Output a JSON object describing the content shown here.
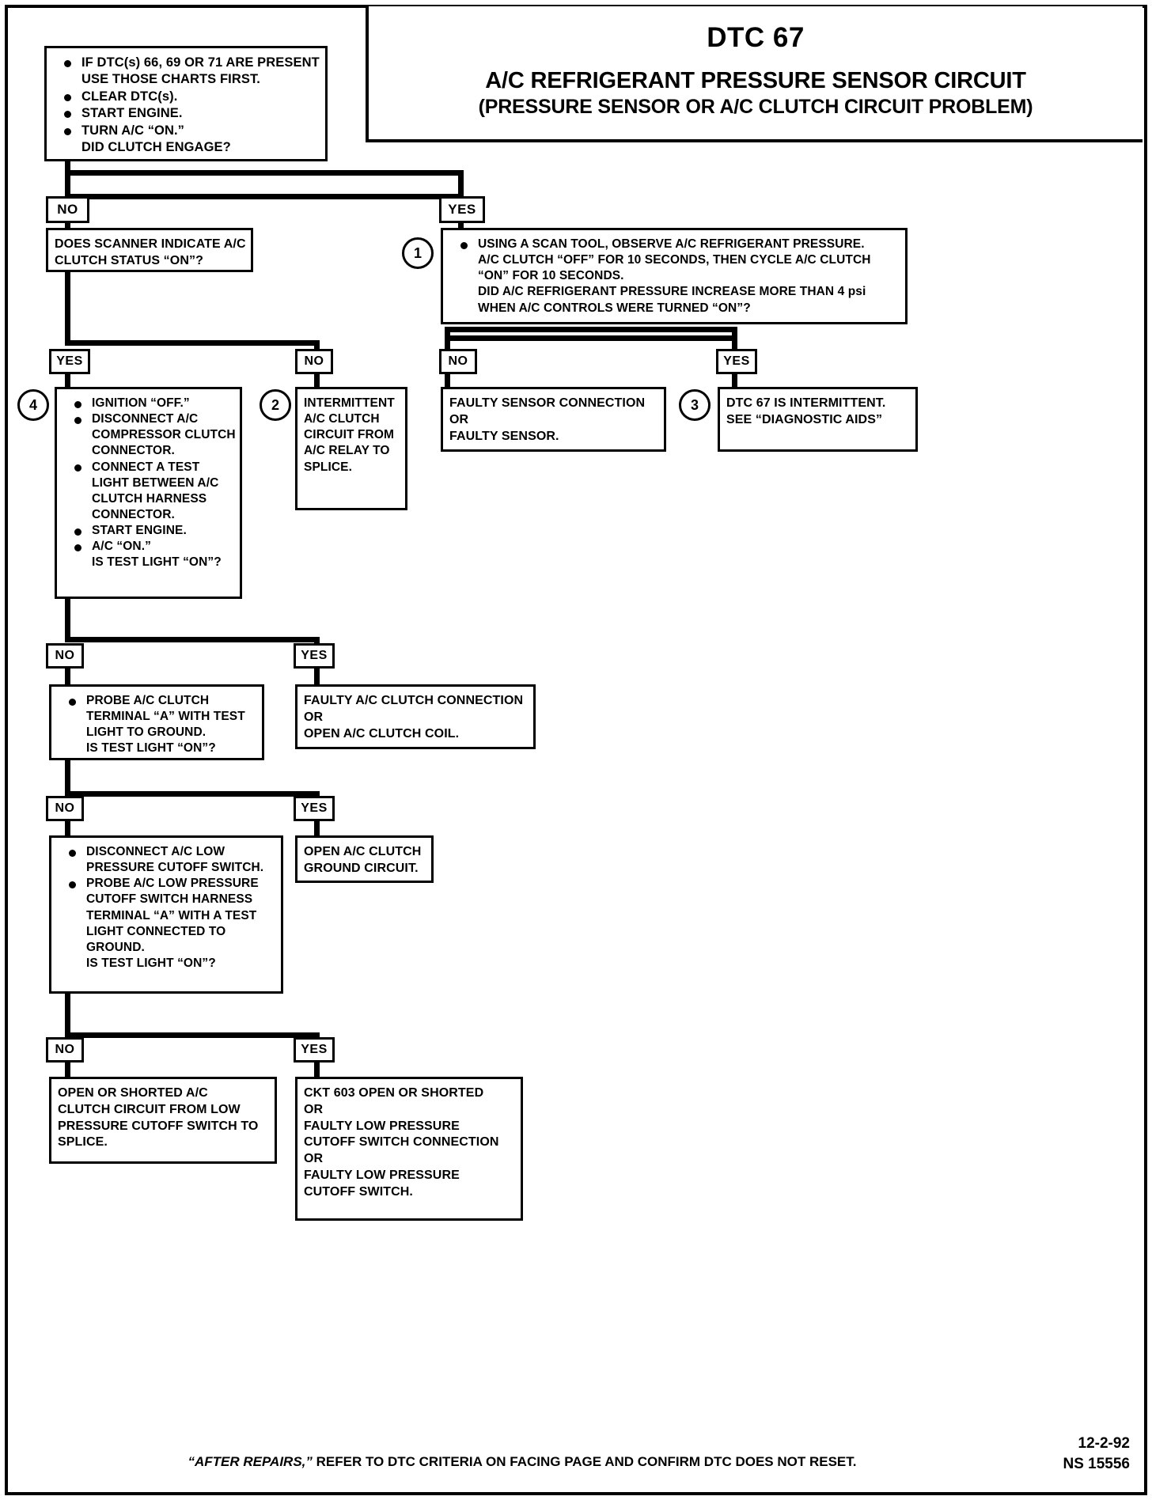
{
  "header": {
    "title": "DTC 67",
    "subtitle1": "A/C REFRIGERANT PRESSURE SENSOR CIRCUIT",
    "subtitle2": "(PRESSURE SENSOR OR A/C CLUTCH CIRCUIT PROBLEM)"
  },
  "labels": {
    "yes": "YES",
    "no": "NO",
    "c1": "1",
    "c2": "2",
    "c3": "3",
    "c4": "4"
  },
  "boxes": {
    "start": {
      "bullets": [
        [
          "IF DTC(s) 66, 69 OR 71 ARE PRESENT",
          "USE THOSE CHARTS FIRST."
        ],
        [
          "CLEAR DTC(s)."
        ],
        [
          "START ENGINE."
        ],
        [
          "TURN A/C “ON.”"
        ]
      ],
      "trailing": [
        "DID CLUTCH ENGAGE?"
      ]
    },
    "scanner": {
      "lines": [
        "DOES SCANNER INDICATE A/C",
        "CLUTCH STATUS “ON”?"
      ]
    },
    "scan_tool": {
      "bullets": [
        [
          "USING A SCAN TOOL, OBSERVE A/C REFRIGERANT PRESSURE.",
          "A/C CLUTCH “OFF” FOR 10 SECONDS, THEN CYCLE A/C CLUTCH",
          "“ON” FOR 10 SECONDS."
        ]
      ],
      "trailing": [
        "DID A/C REFRIGERANT PRESSURE INCREASE MORE THAN 4 psi",
        "WHEN A/C CONTROLS WERE TURNED “ON”?"
      ]
    },
    "faulty_sensor": {
      "lines": [
        "FAULTY SENSOR CONNECTION",
        "OR",
        "FAULTY SENSOR."
      ]
    },
    "dtc_intermittent": {
      "lines": [
        "DTC 67 IS INTERMITTENT.",
        "SEE “DIAGNOSTIC AIDS”"
      ]
    },
    "intermittent_clutch": {
      "lines": [
        "INTERMITTENT",
        "A/C CLUTCH",
        "CIRCUIT FROM",
        "A/C RELAY TO",
        "SPLICE."
      ]
    },
    "ignition_off": {
      "bullets": [
        [
          "IGNITION “OFF.”"
        ],
        [
          "DISCONNECT A/C",
          "COMPRESSOR CLUTCH",
          "CONNECTOR."
        ],
        [
          "CONNECT A TEST",
          "LIGHT BETWEEN A/C",
          "CLUTCH HARNESS",
          "CONNECTOR."
        ],
        [
          "START ENGINE."
        ],
        [
          "A/C “ON.”"
        ]
      ],
      "trailing": [
        "IS TEST LIGHT “ON”?"
      ]
    },
    "probe_terminal_a": {
      "bullets": [
        [
          "PROBE A/C CLUTCH",
          "TERMINAL “A” WITH TEST",
          "LIGHT TO GROUND."
        ]
      ],
      "trailing": [
        "IS TEST LIGHT “ON”?"
      ]
    },
    "faulty_clutch_conn": {
      "lines": [
        "FAULTY A/C CLUTCH CONNECTION",
        "OR",
        "OPEN A/C CLUTCH COIL."
      ]
    },
    "disconnect_low_pressure": {
      "bullets": [
        [
          "DISCONNECT A/C LOW",
          "PRESSURE CUTOFF SWITCH."
        ],
        [
          "PROBE A/C LOW PRESSURE",
          "CUTOFF SWITCH HARNESS",
          "TERMINAL “A” WITH A TEST",
          "LIGHT CONNECTED TO",
          "GROUND."
        ]
      ],
      "trailing": [
        "IS TEST LIGHT “ON”?"
      ]
    },
    "open_clutch_ground": {
      "lines": [
        "OPEN A/C CLUTCH",
        "GROUND CIRCUIT."
      ]
    },
    "open_shorted_clutch": {
      "lines": [
        "OPEN OR SHORTED A/C",
        "CLUTCH CIRCUIT FROM LOW",
        "PRESSURE CUTOFF SWITCH TO",
        "SPLICE."
      ]
    },
    "ckt603": {
      "lines": [
        "CKT 603 OPEN OR SHORTED",
        "OR",
        "FAULTY LOW PRESSURE",
        "CUTOFF SWITCH CONNECTION",
        "OR",
        "FAULTY LOW PRESSURE",
        "CUTOFF SWITCH."
      ]
    }
  },
  "footer": {
    "note_italic": "“AFTER REPAIRS,”",
    "note_rest": " REFER TO DTC CRITERIA ON FACING PAGE AND CONFIRM DTC DOES NOT RESET.",
    "date": "12-2-92",
    "code": "NS 15556"
  }
}
